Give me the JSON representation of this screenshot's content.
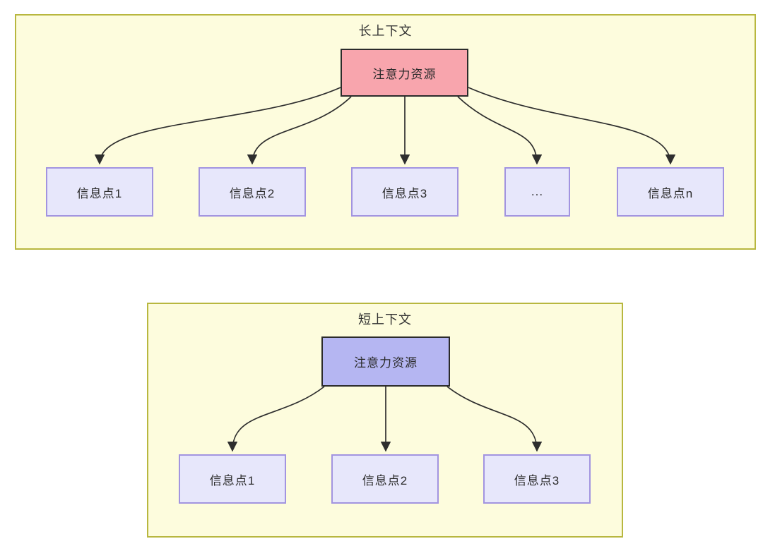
{
  "diagrams": [
    {
      "title": "长上下文",
      "root": {
        "label": "注意力资源",
        "fill": "#f8a5ad"
      },
      "children": [
        {
          "label": "信息点1"
        },
        {
          "label": "信息点2"
        },
        {
          "label": "信息点3"
        },
        {
          "label": "..."
        },
        {
          "label": "信息点n"
        }
      ]
    },
    {
      "title": "短上下文",
      "root": {
        "label": "注意力资源",
        "fill": "#b5b6f2"
      },
      "children": [
        {
          "label": "信息点1"
        },
        {
          "label": "信息点2"
        },
        {
          "label": "信息点3"
        }
      ]
    }
  ],
  "colors": {
    "page_background": "#ffffff",
    "group_fill": "#fdfcdd",
    "group_border": "#b8b73f",
    "leaf_fill": "#e7e7fb",
    "leaf_border": "#a294e0",
    "root_border": "#2b2b2b",
    "arrow": "#2e2e2e",
    "text": "#333333"
  }
}
